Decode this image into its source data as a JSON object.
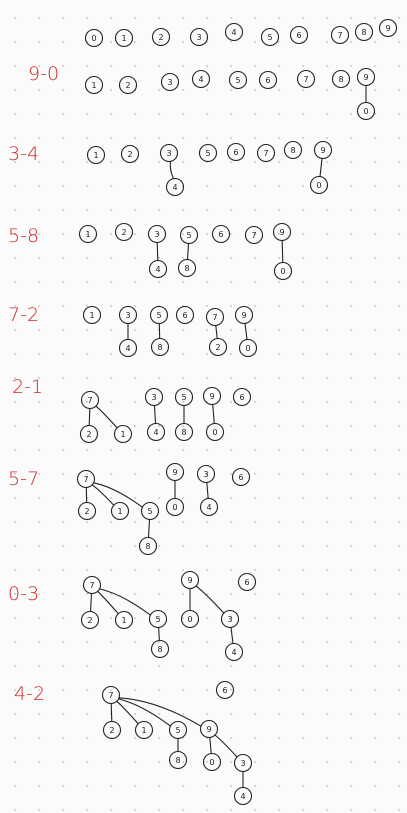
{
  "colors": {
    "ink": "#222222",
    "label": "#cc2a2a",
    "paper": "#fbfbfb",
    "grid_dot": "#d2d2d2"
  },
  "steps": [
    {
      "label": "",
      "nodes": [
        "0",
        "1",
        "2",
        "3",
        "4",
        "5",
        "6",
        "7",
        "8",
        "9"
      ],
      "edges": []
    },
    {
      "label": "9-0",
      "nodes": [
        "1",
        "2",
        "3",
        "4",
        "5",
        "6",
        "7",
        "8",
        "9",
        "0"
      ],
      "edges": [
        [
          "9",
          "0"
        ]
      ]
    },
    {
      "label": "3-4",
      "nodes": [
        "1",
        "2",
        "3",
        "5",
        "6",
        "7",
        "8",
        "9",
        "4",
        "0"
      ],
      "edges": [
        [
          "3",
          "4"
        ],
        [
          "9",
          "0"
        ]
      ]
    },
    {
      "label": "5-8",
      "nodes": [
        "1",
        "2",
        "3",
        "5",
        "6",
        "7",
        "9",
        "4",
        "8",
        "0"
      ],
      "edges": [
        [
          "3",
          "4"
        ],
        [
          "5",
          "8"
        ],
        [
          "9",
          "0"
        ]
      ]
    },
    {
      "label": "7-2",
      "nodes": [
        "1",
        "3",
        "5",
        "6",
        "7",
        "9",
        "4",
        "8",
        "2",
        "0"
      ],
      "edges": [
        [
          "3",
          "4"
        ],
        [
          "5",
          "8"
        ],
        [
          "7",
          "2"
        ],
        [
          "9",
          "0"
        ]
      ]
    },
    {
      "label": "2-1",
      "nodes": [
        "7",
        "3",
        "5",
        "9",
        "6",
        "2",
        "1",
        "4",
        "8",
        "0"
      ],
      "edges": [
        [
          "7",
          "2"
        ],
        [
          "7",
          "1"
        ],
        [
          "3",
          "4"
        ],
        [
          "5",
          "8"
        ],
        [
          "9",
          "0"
        ]
      ]
    },
    {
      "label": "5-7",
      "nodes": [
        "7",
        "9",
        "3",
        "6",
        "2",
        "1",
        "5",
        "0",
        "4",
        "8"
      ],
      "edges": [
        [
          "7",
          "2"
        ],
        [
          "7",
          "1"
        ],
        [
          "7",
          "5"
        ],
        [
          "5",
          "8"
        ],
        [
          "9",
          "0"
        ],
        [
          "3",
          "4"
        ]
      ]
    },
    {
      "label": "0-3",
      "nodes": [
        "7",
        "9",
        "6",
        "2",
        "1",
        "5",
        "0",
        "3",
        "8",
        "4"
      ],
      "edges": [
        [
          "7",
          "2"
        ],
        [
          "7",
          "1"
        ],
        [
          "7",
          "5"
        ],
        [
          "5",
          "8"
        ],
        [
          "9",
          "0"
        ],
        [
          "9",
          "3"
        ],
        [
          "3",
          "4"
        ]
      ]
    },
    {
      "label": "4-2",
      "nodes": [
        "7",
        "6",
        "2",
        "1",
        "5",
        "9",
        "8",
        "0",
        "3",
        "4"
      ],
      "edges": [
        [
          "7",
          "2"
        ],
        [
          "7",
          "1"
        ],
        [
          "7",
          "5"
        ],
        [
          "7",
          "9"
        ],
        [
          "5",
          "8"
        ],
        [
          "9",
          "0"
        ],
        [
          "9",
          "3"
        ],
        [
          "3",
          "4"
        ]
      ]
    }
  ]
}
